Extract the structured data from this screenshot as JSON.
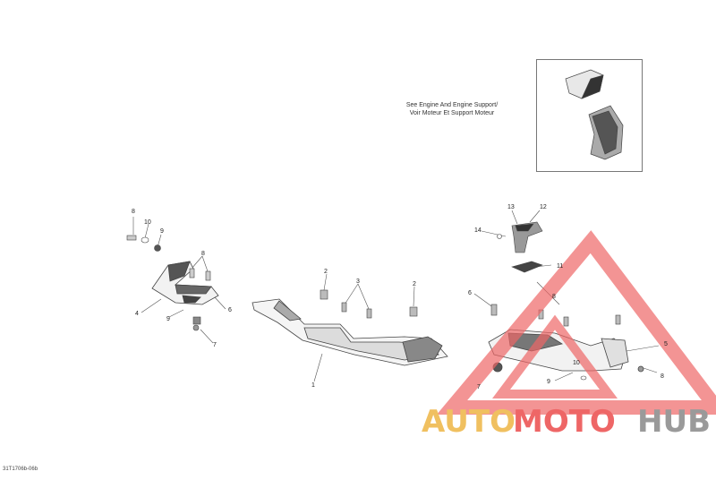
{
  "reference_note": {
    "line1": "See Engine And Engine Support/",
    "line2": "Voir Moteur Et Support Moteur"
  },
  "diagram_code": "31T1706b-06b",
  "callouts": [
    "1",
    "2",
    "2",
    "3",
    "4",
    "5",
    "6",
    "6",
    "7",
    "7",
    "8",
    "8",
    "8",
    "8",
    "9",
    "9",
    "9",
    "10",
    "10",
    "11",
    "12",
    "13",
    "14"
  ],
  "watermark": {
    "part1": "AUTO",
    "part2": "MOTO",
    "part3": "HUB",
    "color_gold": "#f0c060",
    "color_red": "#ee6666",
    "color_gray": "#9a9a9a"
  },
  "colors": {
    "line": "#444444",
    "fill_light": "#f2f2f2",
    "fill_dark": "#555555"
  }
}
